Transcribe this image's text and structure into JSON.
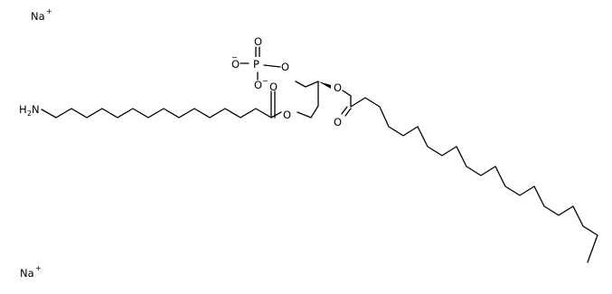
{
  "structure": {
    "ions": [
      {
        "symbol": "Na",
        "charge": "+"
      },
      {
        "symbol": "Na",
        "charge": "+"
      }
    ],
    "amine": {
      "symbol": "H",
      "subscript": "2",
      "tail": "N"
    },
    "phosphate": {
      "phosphorus": "P",
      "double_bond_oxygen": "O",
      "oxide_1": "O",
      "oxide_1_charge": "−",
      "oxide_2": "O",
      "oxide_2_charge": "−",
      "bridging_oxygen": "O"
    },
    "ester_1": {
      "carbonyl_oxygen": "O",
      "ester_oxygen": "O"
    },
    "ester_2": {
      "carbonyl_oxygen": "O",
      "ester_oxygen": "O"
    }
  }
}
